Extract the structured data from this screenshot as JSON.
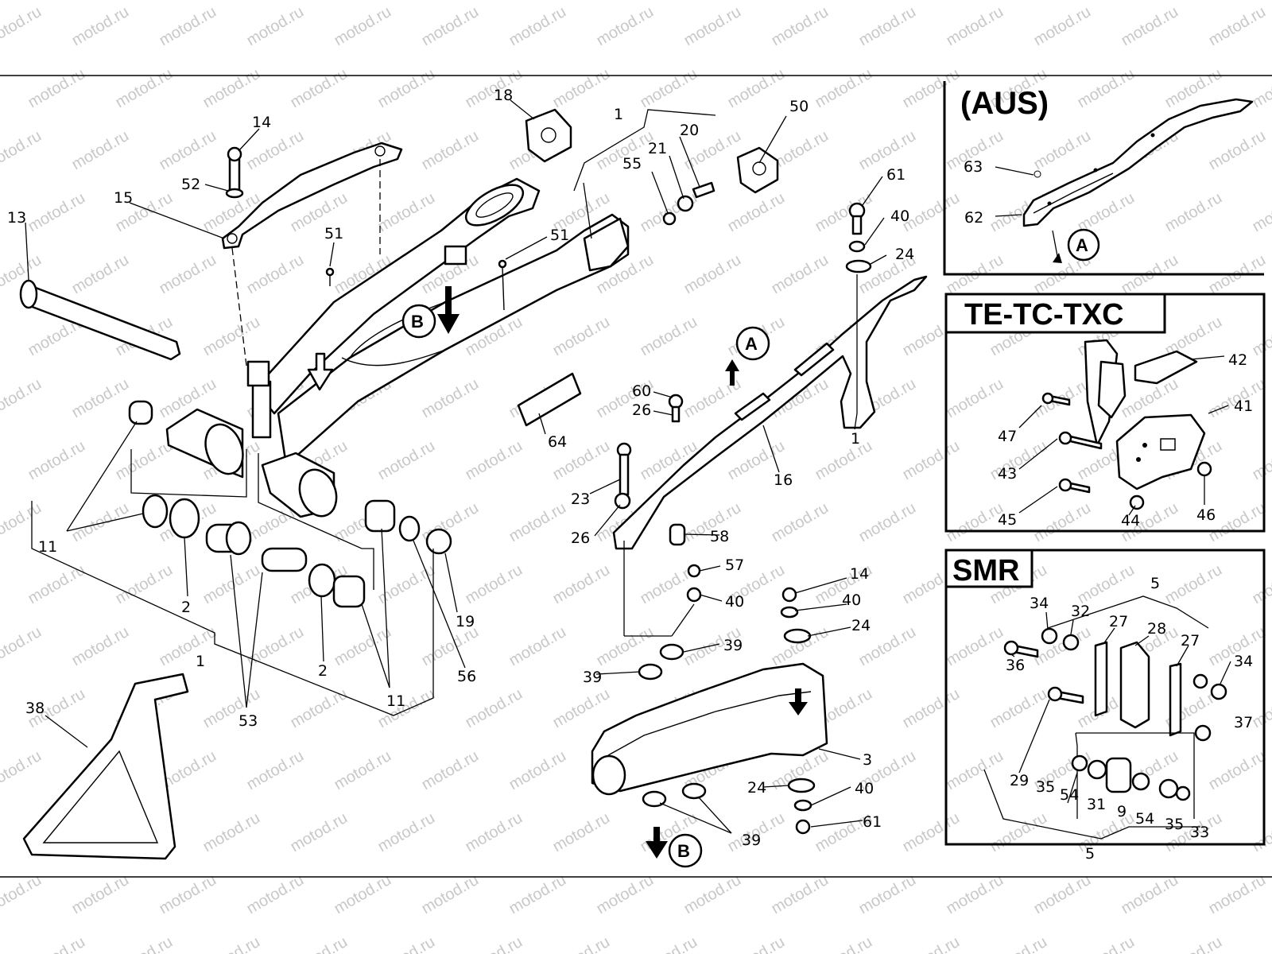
{
  "watermark": "motod.ru",
  "panels": {
    "aus": {
      "title": "(AUS)"
    },
    "te": {
      "title": "TE-TC-TXC"
    },
    "smr": {
      "title": "SMR"
    }
  },
  "reference_marks": {
    "a": "A",
    "b": "B"
  },
  "callouts": {
    "c18": "18",
    "c1a": "1",
    "c20": "20",
    "c50": "50",
    "c14a": "14",
    "c55": "55",
    "c21": "21",
    "c52": "52",
    "c15": "15",
    "c61a": "61",
    "c40a": "40",
    "c13": "13",
    "c51a": "51",
    "c51b": "51",
    "c24a": "24",
    "c60": "60",
    "c26a": "26",
    "c23": "23",
    "c26b": "26",
    "c16": "16",
    "c1b": "1",
    "c64": "64",
    "c58": "58",
    "c11a": "11",
    "c2a": "2",
    "c19": "19",
    "c57": "57",
    "c40b": "40",
    "c14b": "14",
    "c40c": "40",
    "c24b": "24",
    "c1c": "1",
    "c2b": "2",
    "c56": "56",
    "c39a": "39",
    "c39b": "39",
    "c11b": "11",
    "c38": "38",
    "c53": "53",
    "c3": "3",
    "c24c": "24",
    "c40d": "40",
    "c61b": "61",
    "c39c": "39",
    "c63": "63",
    "c62": "62",
    "c42": "42",
    "c41": "41",
    "c47": "47",
    "c43": "43",
    "c45": "45",
    "c44": "44",
    "c46": "46",
    "c5a": "5",
    "c34a": "34",
    "c32": "32",
    "c27a": "27",
    "c28": "28",
    "c27b": "27",
    "c36": "36",
    "c34b": "34",
    "c37": "37",
    "c29": "29",
    "c35a": "35",
    "c54a": "54",
    "c31": "31",
    "c9": "9",
    "c54b": "54",
    "c35b": "35",
    "c33": "33",
    "c5b": "5"
  }
}
